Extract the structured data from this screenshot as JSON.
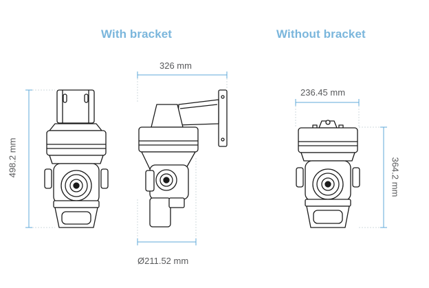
{
  "headings": {
    "with_bracket": "With bracket",
    "without_bracket": "Without bracket"
  },
  "dimensions": {
    "height_with_bracket": "498.2 mm",
    "bracket_depth": "326 mm",
    "diameter": "Ø211.52 mm",
    "width_without_bracket": "236.45 mm",
    "height_without_bracket": "364.2 mm"
  },
  "colors": {
    "heading": "#7ab6dc",
    "dimension_line": "#5fa8d8",
    "outline": "#1a1a1a",
    "text": "#58595b"
  }
}
